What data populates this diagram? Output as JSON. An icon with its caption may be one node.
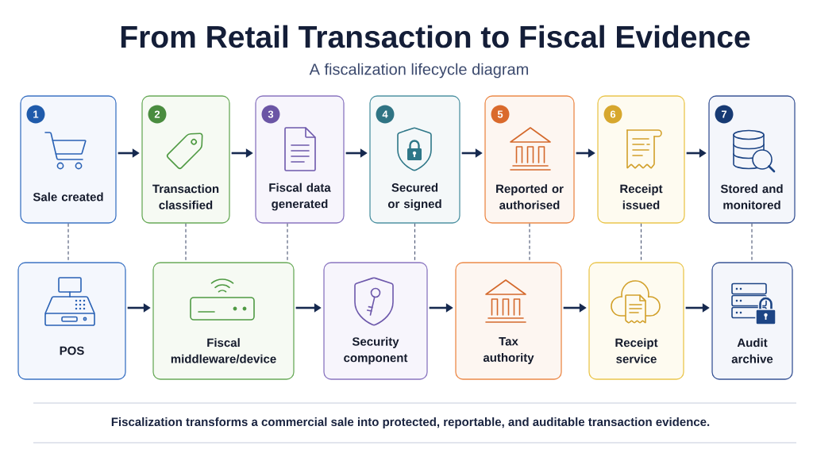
{
  "diagram": {
    "title": "From Retail Transaction to Fiscal Evidence",
    "caption": "Fiscalization transforms a commercial sale into protected, reportable, and auditable transaction evidence.",
    "labels": [
      "A fiscalization lifecycle diagram"
    ],
    "nodes": [
      {
        "text": [
          "Sale created"
        ]
      },
      {
        "text": [
          "1"
        ],
        "in": 0
      },
      {
        "text": [
          "Transaction classified"
        ]
      },
      {
        "text": [
          "2"
        ],
        "in": 2
      },
      {
        "text": [
          "Fiscal data generated"
        ]
      },
      {
        "text": [
          "3"
        ],
        "in": 4
      },
      {
        "text": [
          "Secured or signed"
        ]
      },
      {
        "text": [
          "4"
        ],
        "in": 6
      },
      {
        "text": [
          "Reported or authorised"
        ]
      },
      {
        "text": [
          "5"
        ],
        "in": 8
      },
      {
        "text": [
          "Receipt issued"
        ]
      },
      {
        "text": [
          "6"
        ],
        "in": 10
      },
      {
        "text": [
          "Stored and monitored"
        ]
      },
      {
        "text": [
          "7"
        ],
        "in": 12
      },
      {
        "text": [
          "POS"
        ]
      },
      {
        "text": [
          "Fiscal middleware/device"
        ]
      },
      {
        "text": [
          "Security component"
        ]
      },
      {
        "text": [
          "Tax authority"
        ]
      },
      {
        "text": [
          "Receipt service"
        ]
      },
      {
        "text": [
          "Audit archive"
        ]
      }
    ],
    "edges": [
      {
        "from": 0,
        "to": 2,
        "arrow": "to"
      },
      {
        "from": 2,
        "to": 4,
        "arrow": "to"
      },
      {
        "from": 4,
        "to": 6,
        "arrow": "to"
      },
      {
        "from": 6,
        "to": 8,
        "arrow": "to"
      },
      {
        "from": 8,
        "to": 10,
        "arrow": "to"
      },
      {
        "from": 10,
        "to": 12,
        "arrow": "to"
      },
      {
        "from": 14,
        "to": 15,
        "arrow": "to"
      },
      {
        "from": 15,
        "to": 16,
        "arrow": "to"
      },
      {
        "from": 16,
        "to": 17,
        "arrow": "to"
      },
      {
        "from": 17,
        "to": 18,
        "arrow": "to"
      },
      {
        "from": 18,
        "to": 19,
        "arrow": "to"
      },
      {
        "from": 0,
        "to": 14,
        "arrow": "none",
        "style": "dashed",
        "color": "#4a5573"
      },
      {
        "from": 2,
        "to": 15,
        "arrow": "none",
        "style": "dashed",
        "color": "#4a5573"
      },
      {
        "from": 4,
        "to": 15,
        "arrow": "none",
        "style": "dashed",
        "color": "#4a5573"
      },
      {
        "from": 6,
        "to": 16,
        "arrow": "none",
        "style": "dashed",
        "color": "#4a5573"
      },
      {
        "from": 8,
        "to": 17,
        "arrow": "none",
        "style": "dashed",
        "color": "#4a5573"
      },
      {
        "from": 10,
        "to": 18,
        "arrow": "none",
        "style": "dashed",
        "color": "#4a5573"
      },
      {
        "from": 12,
        "to": 19,
        "arrow": "none",
        "style": "dashed",
        "color": "#4a5573"
      }
    ]
  }
}
